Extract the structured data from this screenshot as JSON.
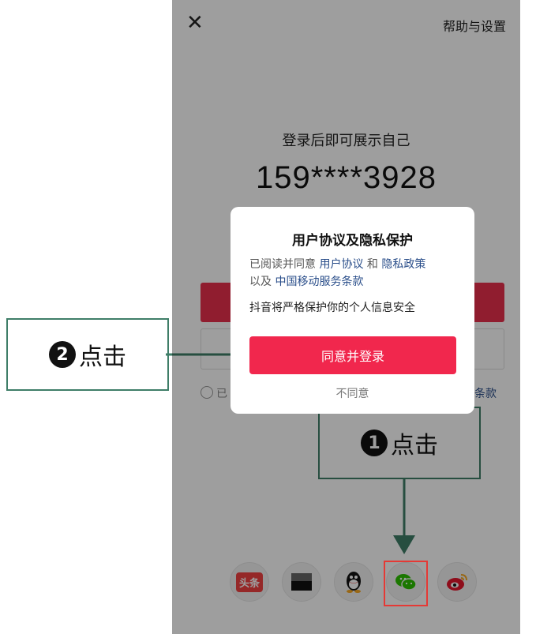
{
  "header": {
    "close_icon": "close-icon",
    "help_label": "帮助与设置"
  },
  "main": {
    "subtitle": "登录后即可展示自己",
    "phone_number": "159****3928"
  },
  "background": {
    "agree_prefix": "已",
    "terms_suffix": "条款"
  },
  "dialog": {
    "title": "用户协议及隐私保护",
    "line1_prefix": "已阅读并同意",
    "user_agreement": "用户协议",
    "and": "和",
    "privacy_policy": "隐私政策",
    "line2_prefix": "以及",
    "cmcc_terms": "中国移动服务条款",
    "security_note": "抖音将严格保护你的个人信息安全",
    "agree_button": "同意并登录",
    "decline_label": "不同意"
  },
  "social": {
    "toutiao_label": "头条",
    "icons": [
      "toutiao-icon",
      "black-square-icon",
      "qq-icon",
      "wechat-icon",
      "weibo-icon"
    ]
  },
  "annotations": {
    "step1_number": "1",
    "step1_text": "点击",
    "step2_number": "2",
    "step2_text": "点击"
  },
  "colors": {
    "accent": "#f1274d",
    "link": "#2a4e8a",
    "callout_border": "#3f7e68",
    "highlight": "#e53935"
  }
}
